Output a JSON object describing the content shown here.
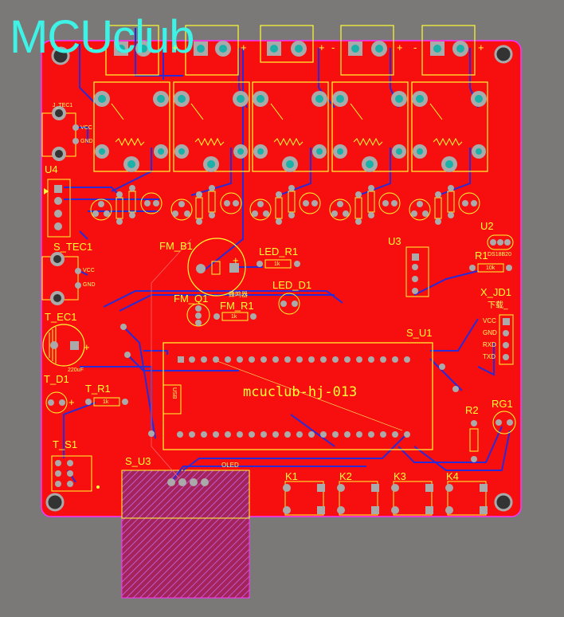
{
  "logo": "MCUclub",
  "board_title": "mcuclub-hj-013",
  "components": {
    "j_tec1": "J_TEC1",
    "u4": "U4",
    "s_tec1": "S_TEC1",
    "fm_b1": "FM_B1",
    "led_r1": "LED_R1",
    "led_d1": "LED_D1",
    "fm_q1": "FM_Q1",
    "fm_r1": "FM_R1",
    "t_ec1": "T_EC1",
    "t_d1": "T_D1",
    "t_r1": "T_R1",
    "t_s1": "T_S1",
    "s_u3": "S_U3",
    "oled": "OLED",
    "s_u1": "S_U1",
    "u3": "U3",
    "u2": "U2",
    "r1": "R1",
    "x_jd1": "X_JD1",
    "xiazai": "下载_",
    "r2": "R2",
    "rg1": "RG1",
    "usb": "USB",
    "k1": "K1",
    "k2": "K2",
    "k3": "K3",
    "k4": "K4",
    "buzzer_cn": "蜂鸣器",
    "cap_value": "220uF",
    "ds18b20": "DS18B20",
    "r_10k": "10k",
    "r_1k": "1k"
  },
  "pin_labels": {
    "vcc": "VCC",
    "gnd": "GND",
    "rxd": "RXD",
    "txd": "TXD"
  },
  "silk_marks": {
    "plus": "+",
    "minus": "-"
  },
  "colors": {
    "board": "#f70f0f",
    "background": "#7a7977",
    "silkscreen": "#ffff33",
    "copper_trace": "#2a2ad6",
    "pad": "#aaaaaa",
    "pad_hole": "#1bb0a8",
    "outline": "#ff33ff",
    "logo": "#3ff2e6"
  }
}
